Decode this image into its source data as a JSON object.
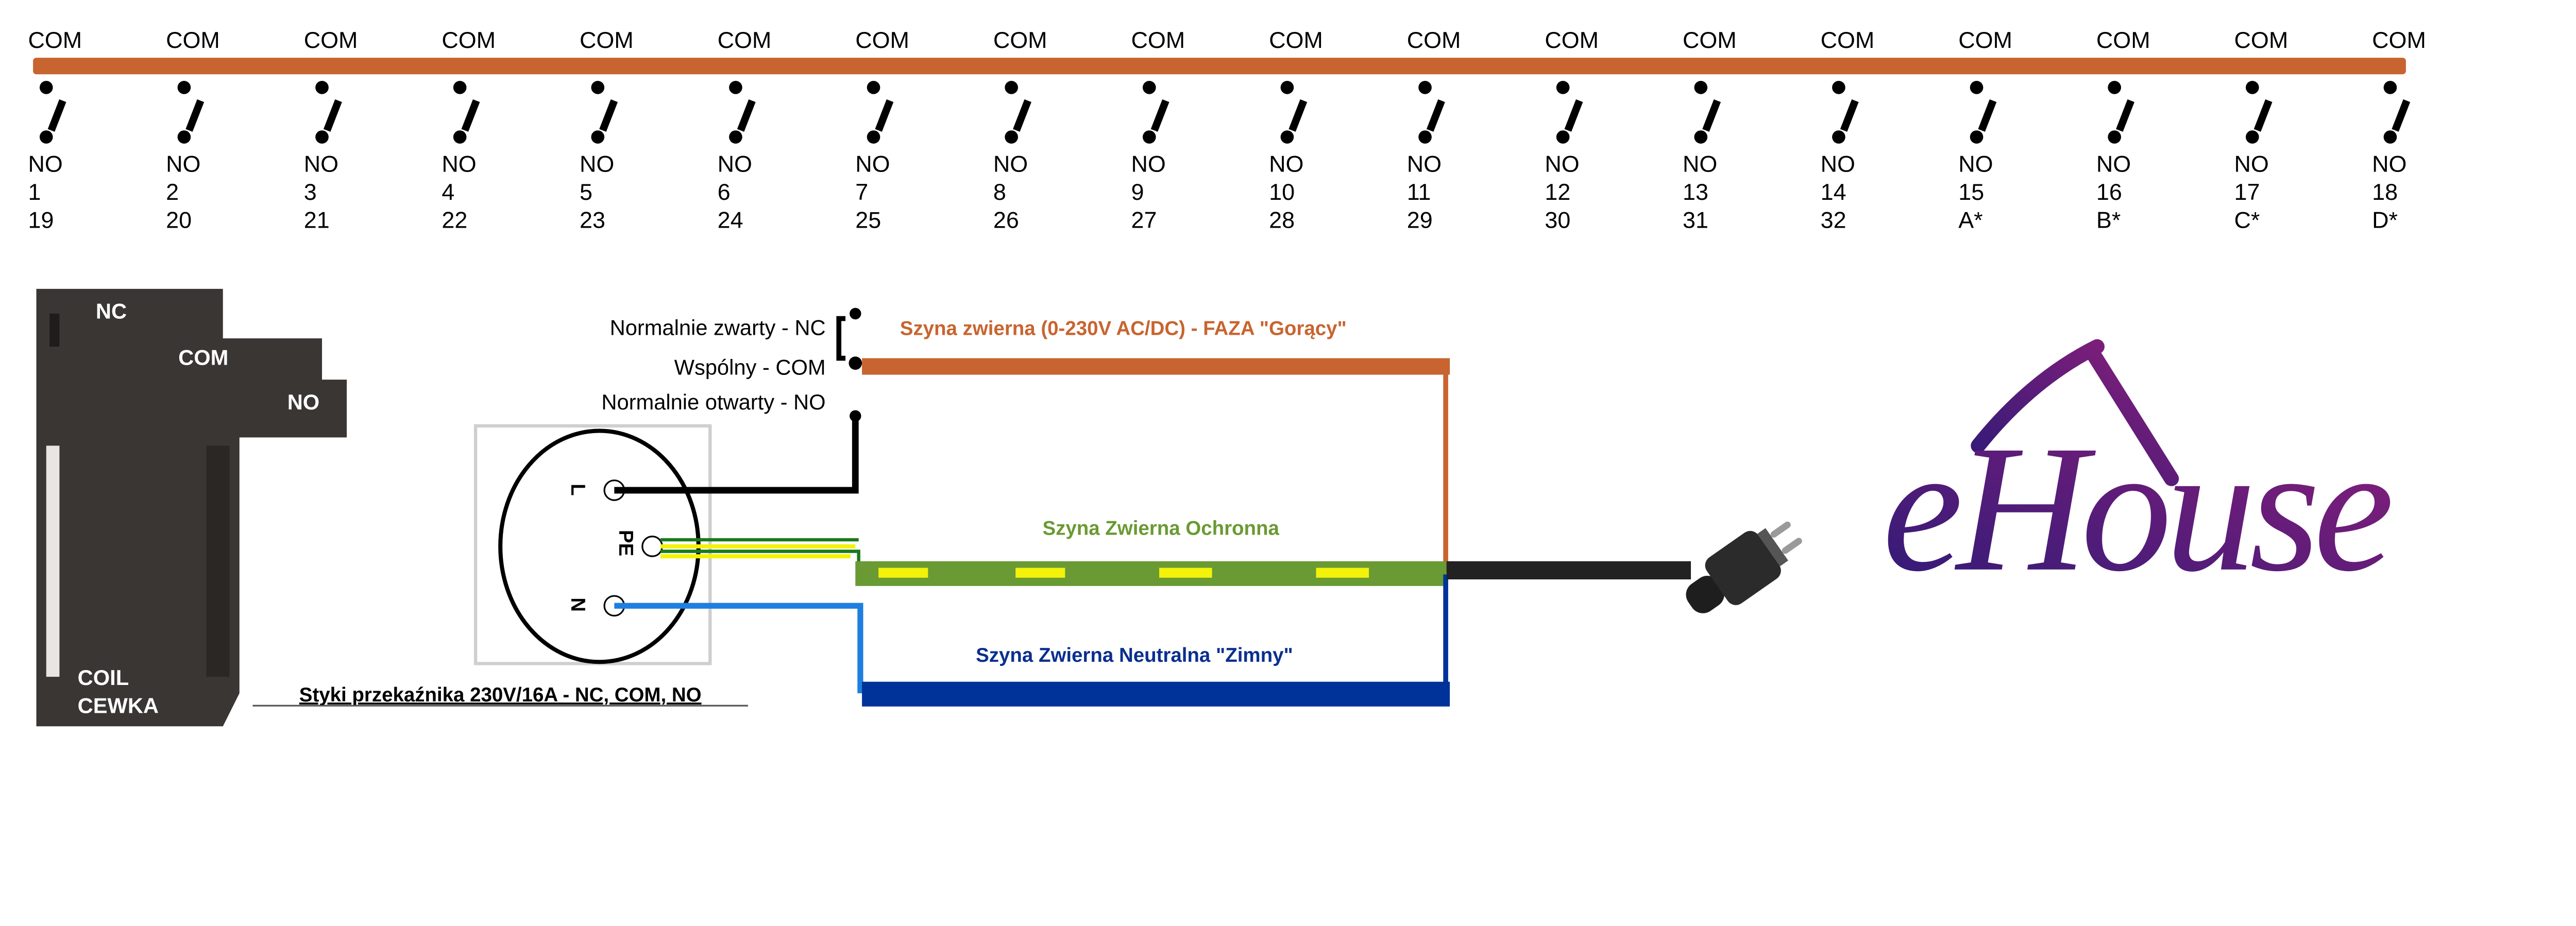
{
  "contacts": [
    {
      "com": "COM",
      "no": "NO",
      "n1": "1",
      "n2": "19"
    },
    {
      "com": "COM",
      "no": "NO",
      "n1": "2",
      "n2": "20"
    },
    {
      "com": "COM",
      "no": "NO",
      "n1": "3",
      "n2": "21"
    },
    {
      "com": "COM",
      "no": "NO",
      "n1": "4",
      "n2": "22"
    },
    {
      "com": "COM",
      "no": "NO",
      "n1": "5",
      "n2": "23"
    },
    {
      "com": "COM",
      "no": "NO",
      "n1": "6",
      "n2": "24"
    },
    {
      "com": "COM",
      "no": "NO",
      "n1": "7",
      "n2": "25"
    },
    {
      "com": "COM",
      "no": "NO",
      "n1": "8",
      "n2": "26"
    },
    {
      "com": "COM",
      "no": "NO",
      "n1": "9",
      "n2": "27"
    },
    {
      "com": "COM",
      "no": "NO",
      "n1": "10",
      "n2": "28"
    },
    {
      "com": "COM",
      "no": "NO",
      "n1": "11",
      "n2": "29"
    },
    {
      "com": "COM",
      "no": "NO",
      "n1": "12",
      "n2": "30"
    },
    {
      "com": "COM",
      "no": "NO",
      "n1": "13",
      "n2": "31"
    },
    {
      "com": "COM",
      "no": "NO",
      "n1": "14",
      "n2": "32"
    },
    {
      "com": "COM",
      "no": "NO",
      "n1": "15",
      "n2": "A*"
    },
    {
      "com": "COM",
      "no": "NO",
      "n1": "16",
      "n2": "B*"
    },
    {
      "com": "COM",
      "no": "NO",
      "n1": "17",
      "n2": "C*"
    },
    {
      "com": "COM",
      "no": "NO",
      "n1": "18",
      "n2": "D*"
    }
  ],
  "relay_photo": {
    "nc": "NC",
    "com": "COM",
    "no": "NO",
    "coil": "COIL",
    "cewka": "CEWKA"
  },
  "contact_legend": {
    "nc": "Normalnie zwarty - NC",
    "com": "Wspólny - COM",
    "no": "Normalnie otwarty - NO"
  },
  "socket": {
    "l": "L",
    "pe": "PE",
    "n": "N"
  },
  "rails": {
    "phase": "Szyna zwierna (0-230V AC/DC) - FAZA \"Gorący\"",
    "protective": "Szyna Zwierna Ochronna",
    "neutral": "Szyna Zwierna Neutralna \"Zimny\""
  },
  "caption": "Styki przekaźnika 230V/16A - NC, COM, NO",
  "logo": {
    "text": "eHouse"
  },
  "colors": {
    "phase": "#c8642f",
    "protective": "#6a9a33",
    "protective_stripe": "#f2f20a",
    "neutral": "#003399",
    "neutral_wire": "#1e7fe0",
    "text_phase": "#c8642f",
    "text_protective": "#6a9a33",
    "text_neutral": "#0a2f8f",
    "logo_start": "#2d1a78",
    "logo_end": "#8c1f7a"
  }
}
